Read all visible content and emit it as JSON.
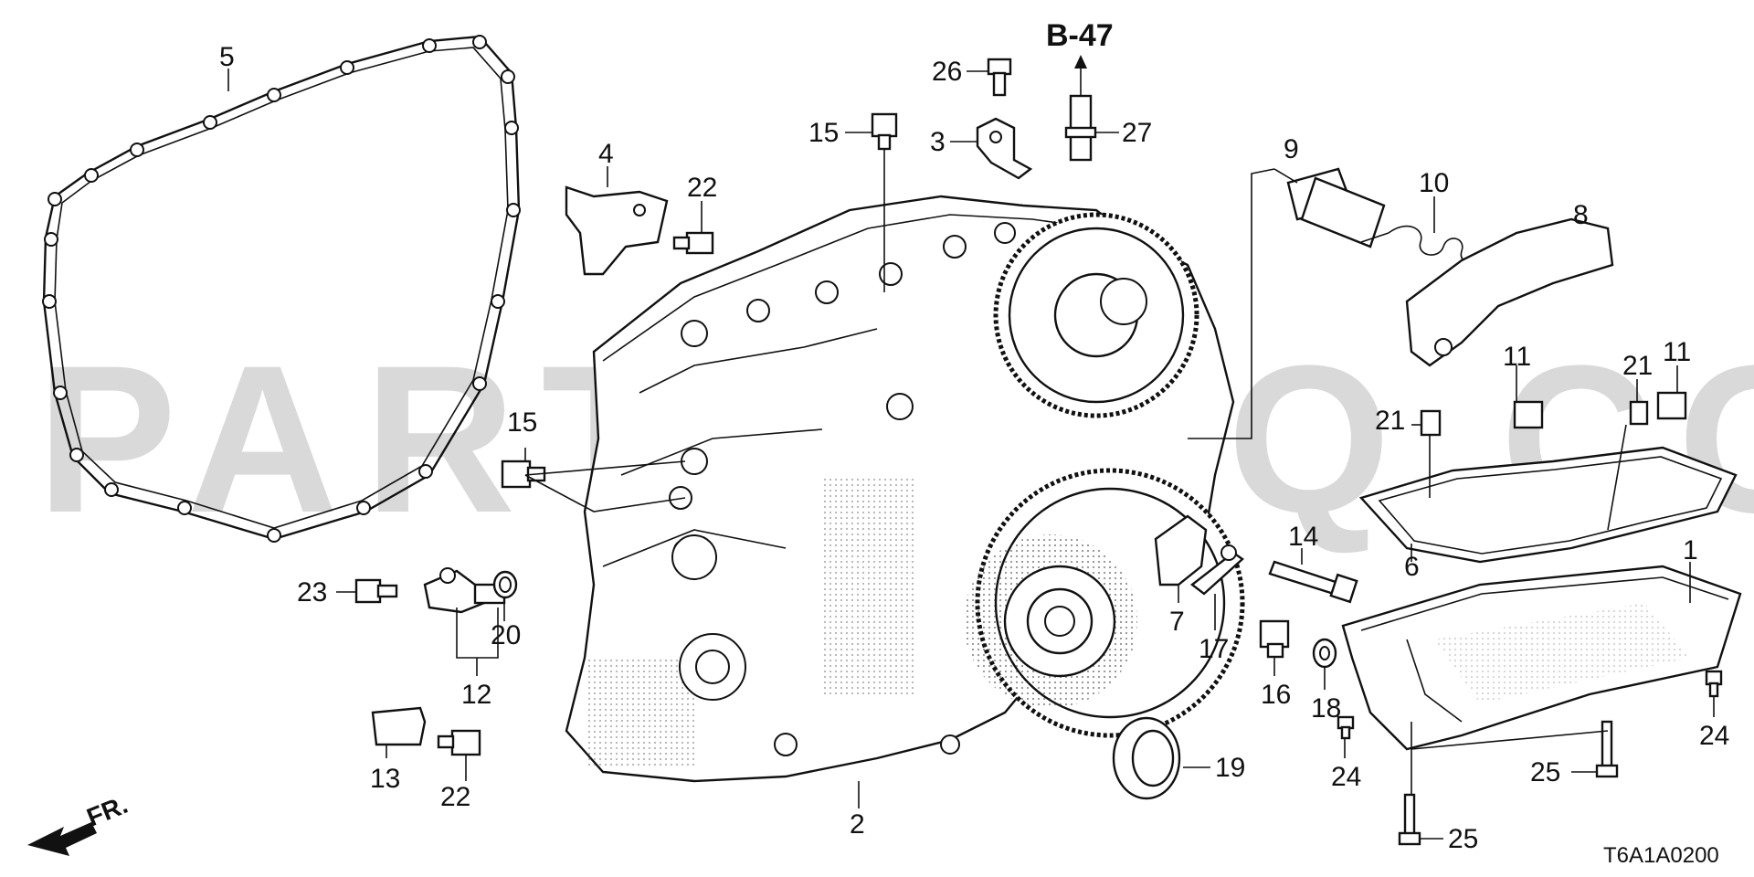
{
  "diagram": {
    "reference": "B-47",
    "drawing_code": "T6A1A0200",
    "watermark": "PARTSOUQ.COM",
    "front_label": "FR.",
    "callouts": [
      {
        "id": "c5",
        "text": "5"
      },
      {
        "id": "c4",
        "text": "4"
      },
      {
        "id": "c22a",
        "text": "22"
      },
      {
        "id": "c15a",
        "text": "15"
      },
      {
        "id": "c26",
        "text": "26"
      },
      {
        "id": "c3",
        "text": "3"
      },
      {
        "id": "c27",
        "text": "27"
      },
      {
        "id": "c9",
        "text": "9"
      },
      {
        "id": "c10",
        "text": "10"
      },
      {
        "id": "c8",
        "text": "8"
      },
      {
        "id": "c11a",
        "text": "11"
      },
      {
        "id": "c21a",
        "text": "21"
      },
      {
        "id": "c11b",
        "text": "11"
      },
      {
        "id": "c21b",
        "text": "21"
      },
      {
        "id": "c15b",
        "text": "15"
      },
      {
        "id": "c6",
        "text": "6"
      },
      {
        "id": "c1",
        "text": "1"
      },
      {
        "id": "c14",
        "text": "14"
      },
      {
        "id": "c7",
        "text": "7"
      },
      {
        "id": "c17",
        "text": "17"
      },
      {
        "id": "c23",
        "text": "23"
      },
      {
        "id": "c20",
        "text": "20"
      },
      {
        "id": "c12",
        "text": "12"
      },
      {
        "id": "c16",
        "text": "16"
      },
      {
        "id": "c18",
        "text": "18"
      },
      {
        "id": "c24a",
        "text": "24"
      },
      {
        "id": "c24b",
        "text": "24"
      },
      {
        "id": "c13",
        "text": "13"
      },
      {
        "id": "c22b",
        "text": "22"
      },
      {
        "id": "c19",
        "text": "19"
      },
      {
        "id": "c2",
        "text": "2"
      },
      {
        "id": "c25a",
        "text": "25"
      },
      {
        "id": "c25b",
        "text": "25"
      }
    ]
  }
}
